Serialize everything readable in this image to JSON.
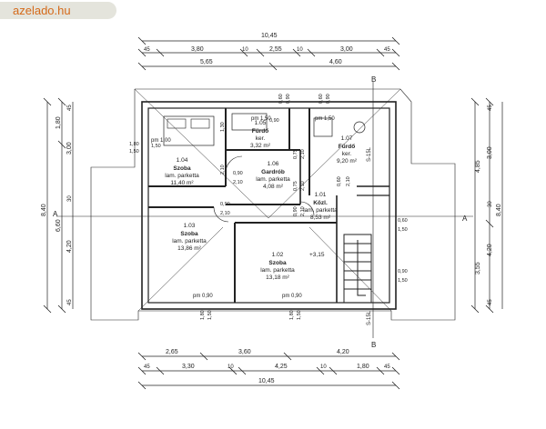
{
  "watermark": "azelado.hu",
  "dims": {
    "top_total": "10,45",
    "top_row1": [
      "45",
      "3,80",
      "10",
      "2,55",
      "10",
      "3,00",
      "45"
    ],
    "top_row2": [
      "5,65",
      "4,60"
    ],
    "bottom_row1": [
      "2,65",
      "3,60",
      "4,20"
    ],
    "bottom_row2": [
      "45",
      "3,30",
      "10",
      "4,25",
      "10",
      "1,80",
      "45"
    ],
    "bottom_total": "10,45",
    "left_outer": "8,40",
    "left_mid": [
      "1,80",
      "6,60"
    ],
    "left_inner": [
      "45",
      "3,00",
      "30",
      "4,20",
      "45"
    ],
    "right_outer": "8,40",
    "right_mid": [
      "4,85",
      "3,55"
    ],
    "right_inner": [
      "45",
      "3,00",
      "30",
      "4,20",
      "45"
    ]
  },
  "rooms": [
    {
      "num": "1.04",
      "name": "Szoba",
      "floor": "lam. parketta",
      "area": "11,40 m²"
    },
    {
      "num": "1.05",
      "name": "Fürdő",
      "floor": "ker.",
      "area": "3,32 m²"
    },
    {
      "num": "1.06",
      "name": "Gardrób",
      "floor": "lam. parketta",
      "area": "4,08 m²"
    },
    {
      "num": "1.07",
      "name": "Fürdő",
      "floor": "ker.",
      "area": "9,20 m²"
    },
    {
      "num": "1.01",
      "name": "Közl.",
      "floor": "lam. parketta",
      "area": "8,53 m²"
    },
    {
      "num": "1.03",
      "name": "Szoba",
      "floor": "lam. parketta",
      "area": "13,86 m²"
    },
    {
      "num": "1.02",
      "name": "Szoba",
      "floor": "lam. parketta",
      "area": "13,18 m²"
    }
  ],
  "labels": {
    "section_a": "A",
    "section_b": "B",
    "level": "+3,15",
    "pm_top1": "pm 1,50",
    "pm_top2": "pm 1,50",
    "pm_left": "pm 1,00",
    "pm_bottom1": "pm 0,90",
    "pm_bottom2": "pm 0,90",
    "stair": "S-15L"
  },
  "openings": [
    "0,60",
    "0,90",
    "0,60",
    "0,90",
    "1,80",
    "1,50",
    "1,50",
    "2,10",
    "0,90",
    "2,10",
    "0,75",
    "2,10",
    "0,75",
    "2,10",
    "0,60",
    "2,10",
    "0,90",
    "2,10",
    "0,90",
    "2,10",
    "0,60",
    "1,50",
    "0,90",
    "1,50",
    "1,80",
    "1,50",
    "1,80",
    "1,50",
    "1,30",
    "0,90"
  ]
}
